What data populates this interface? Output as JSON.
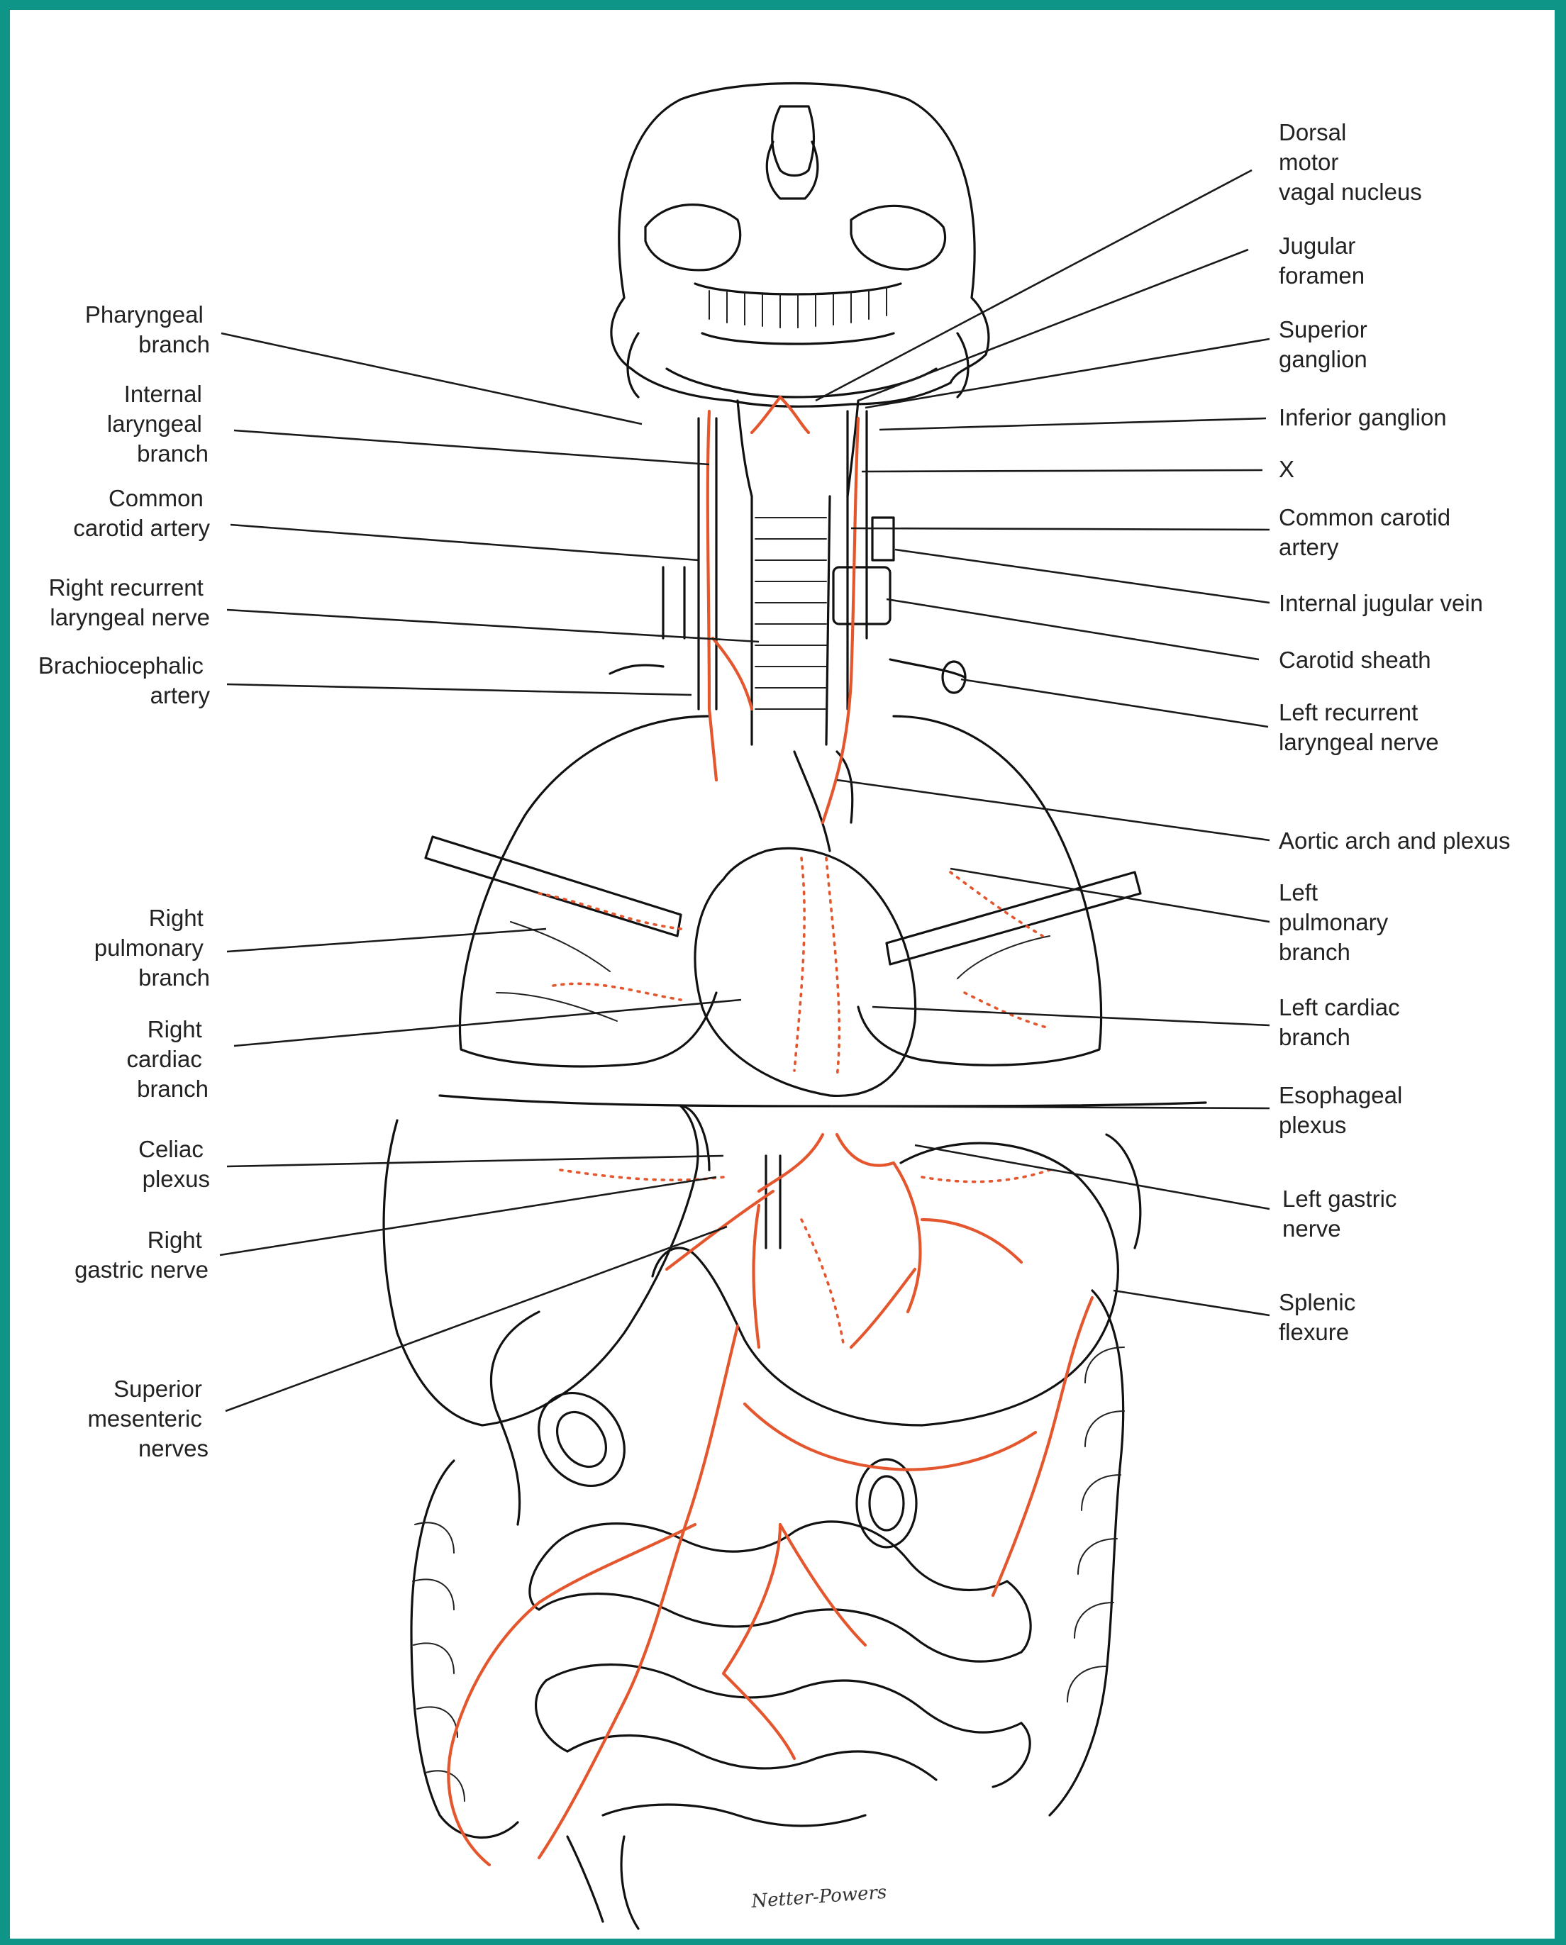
{
  "colors": {
    "frame": "#0f9488",
    "nerve": "#e4572e",
    "ink": "#1a1a1a"
  },
  "labels": {
    "pharyngeal_branch": [
      "Pharyngeal",
      "branch"
    ],
    "internal_laryngeal_branch": [
      "Internal",
      "laryngeal",
      "branch"
    ],
    "common_carotid_artery_right": [
      "Common",
      "carotid artery"
    ],
    "right_recurrent_laryngeal_nerve": [
      "Right recurrent",
      "laryngeal nerve"
    ],
    "brachiocephalic_artery": [
      "Brachiocephalic",
      "artery"
    ],
    "right_pulmonary_branch": [
      "Right",
      "pulmonary",
      "branch"
    ],
    "right_cardiac_branch": [
      "Right",
      "cardiac",
      "branch"
    ],
    "celiac_plexus": [
      "Celiac",
      "plexus"
    ],
    "right_gastric_nerve": [
      "Right",
      "gastric nerve"
    ],
    "superior_mesenteric_nerves": [
      "Superior",
      "mesenteric",
      "nerves"
    ],
    "dorsal_motor_vagal_nucleus": [
      "Dorsal",
      "motor",
      "vagal nucleus"
    ],
    "jugular_foramen": [
      "Jugular",
      "foramen"
    ],
    "superior_ganglion": [
      "Superior",
      "ganglion"
    ],
    "inferior_ganglion": [
      "Inferior ganglion"
    ],
    "x": [
      "X"
    ],
    "common_carotid_artery_left": [
      "Common carotid",
      "artery"
    ],
    "internal_jugular_vein": [
      "Internal jugular vein"
    ],
    "carotid_sheath": [
      "Carotid sheath"
    ],
    "left_recurrent_laryngeal_nerve": [
      "Left recurrent",
      "laryngeal nerve"
    ],
    "aortic_arch_and_plexus": [
      "Aortic arch and plexus"
    ],
    "left_pulmonary_branch": [
      "Left",
      "pulmonary",
      "branch"
    ],
    "left_cardiac_branch": [
      "Left cardiac",
      "branch"
    ],
    "esophageal_plexus": [
      "Esophageal",
      "plexus"
    ],
    "left_gastric_nerve": [
      "Left gastric",
      "nerve"
    ],
    "splenic_flexure": [
      "Splenic",
      "flexure"
    ]
  },
  "signature": "Netter-Powers"
}
